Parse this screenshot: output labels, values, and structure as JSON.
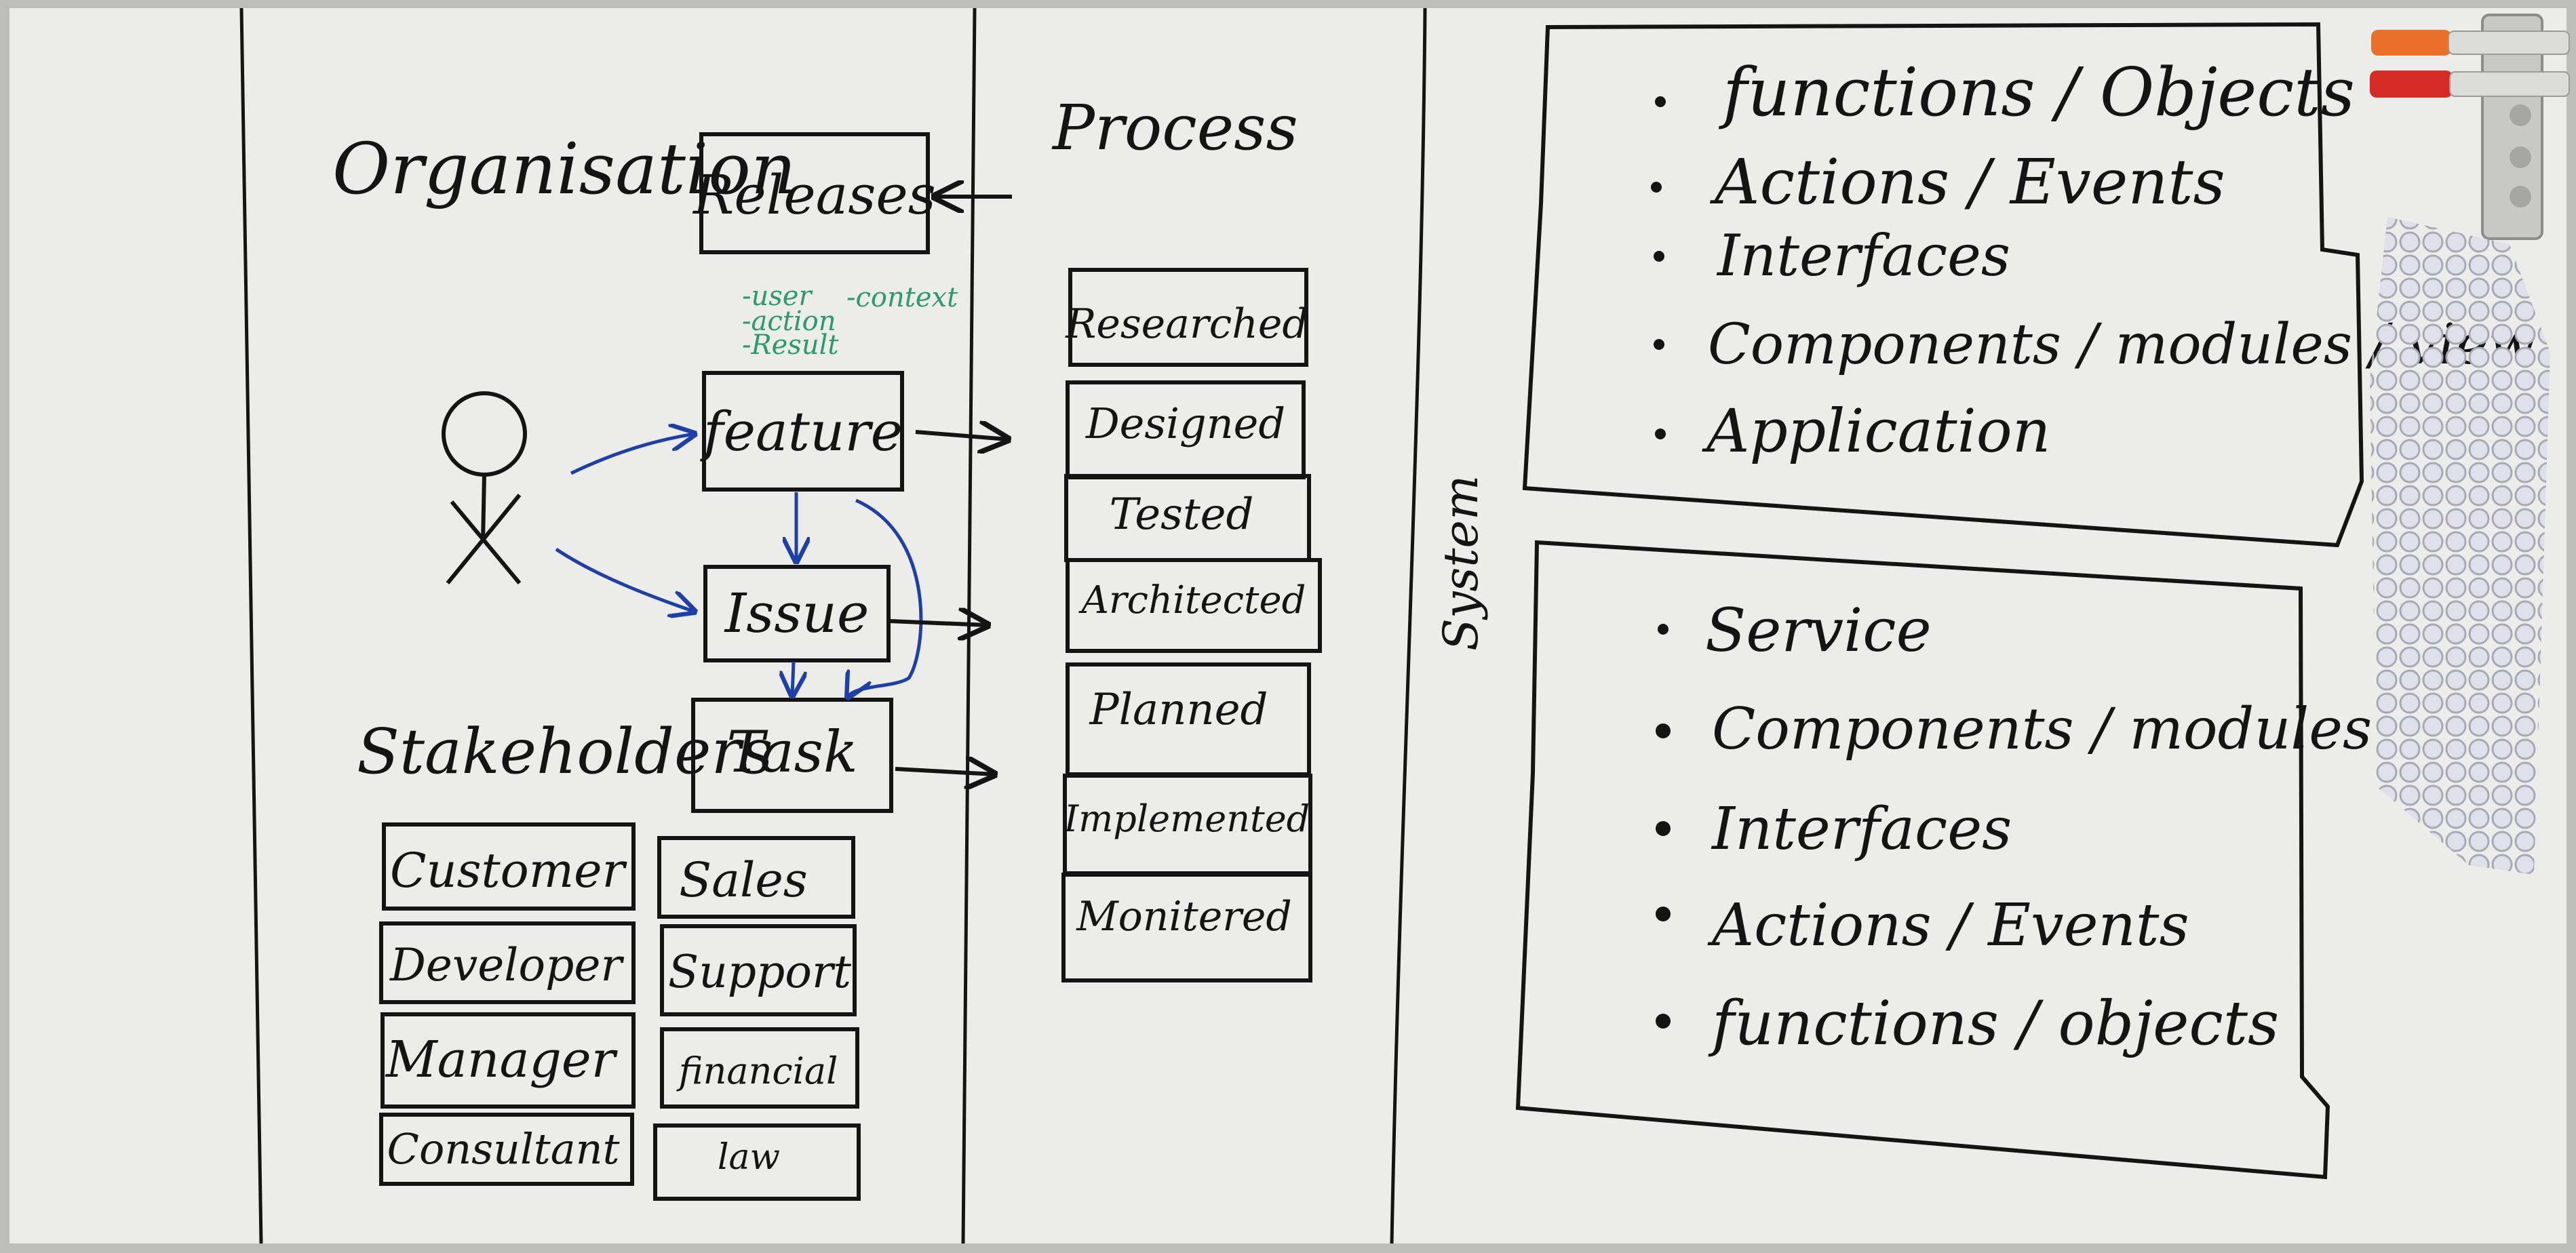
{
  "columns": {
    "left": {
      "title": "Organisation",
      "stakeholders_title": "Stakeholders",
      "releases": "Releases",
      "context_notes": [
        "-user",
        "-action",
        "-Result",
        "-context"
      ],
      "feature": "feature",
      "issue": "Issue",
      "task": "Task",
      "stakeholders": [
        "Customer",
        "Sales",
        "Developer",
        "Support",
        "Manager",
        "financial",
        "Consultant",
        "law"
      ]
    },
    "middle": {
      "title": "Process",
      "steps": [
        "Researched",
        "Designed",
        "Tested",
        "Architected",
        "Planned",
        "Implemented",
        "Monitered"
      ]
    },
    "right": {
      "side_label": "System",
      "upper_items": [
        "functions / Objects",
        "Actions / Events",
        "Interfaces",
        "Components / modules / view",
        "Application"
      ],
      "lower_items": [
        "Service",
        "Components / modules",
        "Interfaces",
        "Actions / Events",
        "functions / objects"
      ]
    }
  },
  "colors": {
    "board": "#ececea",
    "ink": "#141414",
    "blue_ink": "#1f3fa8",
    "green_ink": "#2c9a6a",
    "frame": "#bdbdbb"
  },
  "icons": [
    "stick-figure-icon",
    "marker-orange-icon",
    "marker-red-icon",
    "magnet-pad-icon"
  ]
}
